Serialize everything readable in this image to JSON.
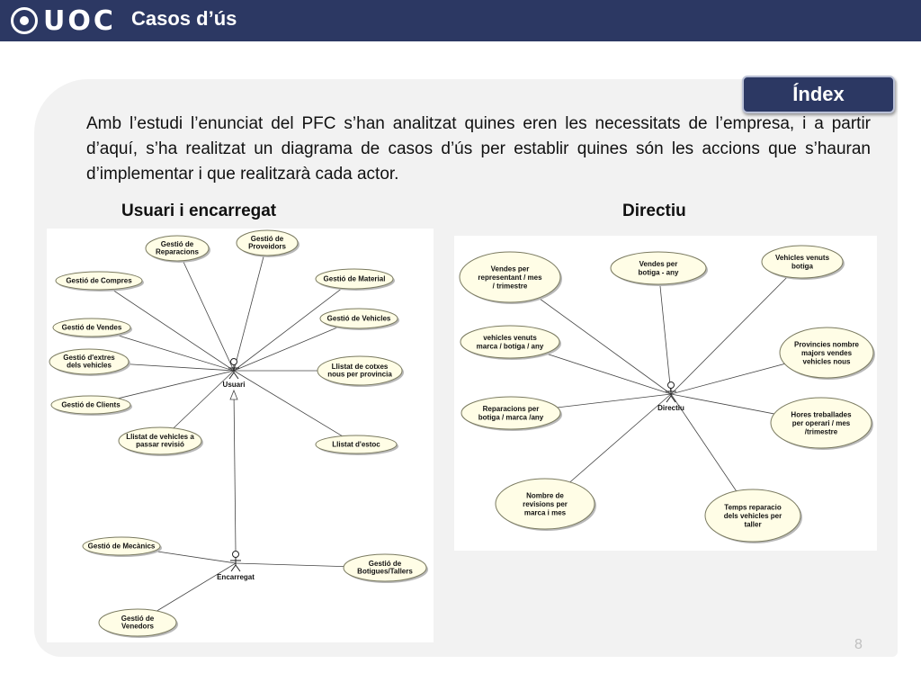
{
  "header": {
    "logo_text": "UOC",
    "title": "Casos d’ús"
  },
  "index_button": "Índex",
  "intro_text": "Amb l’estudi l’enunciat del PFC s’han analitzat quines eren les necessitats de l’empresa, i a partir d’aquí, s’ha realitzat un diagrama de casos d’ús per establir quines són les accions que s’hauran d’implementar i que realitzarà cada actor.",
  "diagram_left": {
    "heading": "Usuari i encarregat",
    "actors": [
      "Usuari",
      "Encarregat"
    ],
    "use_cases_usuari": [
      [
        "Gestió de",
        "Reparacions"
      ],
      [
        "Gestió de",
        "Proveidors"
      ],
      [
        "Gestió de Compres"
      ],
      [
        "Gestió de Material"
      ],
      [
        "Gestió de Vendes"
      ],
      [
        "Gestió de Vehicles"
      ],
      [
        "Gestió d'extres",
        "dels vehicles"
      ],
      [
        "Llistat de cotxes",
        "nous per provincia"
      ],
      [
        "Gestió de Clients"
      ],
      [
        "Llistat de vehicles a",
        "passar revisió"
      ],
      [
        "Llistat d'estoc"
      ]
    ],
    "use_cases_encarregat": [
      [
        "Gestió de Mecànics"
      ],
      [
        "Gestió de",
        "Botigues/Tallers"
      ],
      [
        "Gestió de",
        "Venedors"
      ]
    ]
  },
  "diagram_right": {
    "heading": "Directiu",
    "actor": "Directiu",
    "use_cases": [
      [
        "Vendes per",
        "representant / mes",
        "/ trimestre"
      ],
      [
        "Vendes per",
        "botiga - any"
      ],
      [
        "Vehicles venuts",
        "botiga"
      ],
      [
        "vehicles venuts",
        "marca / botiga / any"
      ],
      [
        "Provincies nombre",
        "majors vendes",
        "vehicles nous"
      ],
      [
        "Reparacions per",
        "botiga / marca /any"
      ],
      [
        "Hores treballades",
        "per operari / mes",
        "/trimestre"
      ],
      [
        "Nombre de",
        "revisions per",
        "marca i mes"
      ],
      [
        "Temps reparacio",
        "dels vehicles per",
        "taller"
      ]
    ]
  },
  "page_number": "8"
}
